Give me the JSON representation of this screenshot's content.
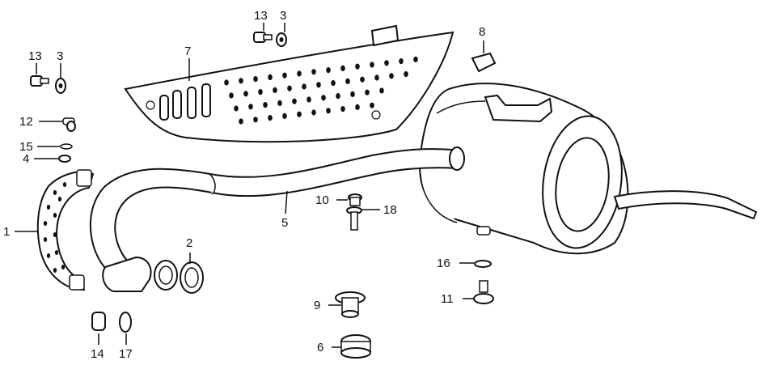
{
  "diagram": {
    "callouts": [
      "1",
      "2",
      "3",
      "3",
      "4",
      "5",
      "6",
      "7",
      "8",
      "9",
      "10",
      "11",
      "12",
      "13",
      "13",
      "14",
      "15",
      "16",
      "17",
      "18"
    ]
  }
}
